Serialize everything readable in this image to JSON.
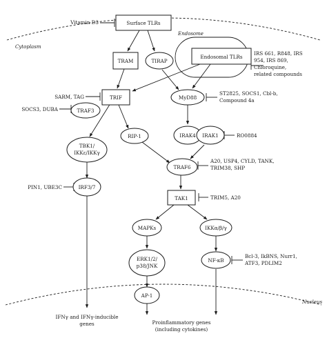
{
  "diagram": {
    "regions": {
      "cytoplasm": "Cytoplasm",
      "nucleus": "Nucleus",
      "endosome": "Endosome"
    },
    "nodes": {
      "surface_tlrs": "Surface TLRs",
      "endosomal_tlrs": "Endosomal TLRs",
      "tram": "TRAM",
      "tirap": "TIRAP",
      "trif": "TRIF",
      "myd88": "MyD88",
      "traf3": "TRAF3",
      "tbk1_l1": "TBK1/",
      "tbk1_l2": "IKKε/IKKγ",
      "rip1": "RIP-1",
      "irak4": "IRAK4",
      "irak1": "IRAK1",
      "traf6": "TRAF6",
      "irf37": "IRF3/7",
      "tak1": "TAK1",
      "mapks": "MAPKs",
      "ikk": "IKKα/β/γ",
      "erk_l1": "ERK1/2/",
      "erk_l2": "p38/JNK",
      "nfkb": "NF-κB",
      "ap1": "AP-1"
    },
    "inhibitors": {
      "vitamin_d3": "Vitamin D3",
      "irs_l1": "IRS 661, R848, IRS",
      "irs_l2": "954, IRS 869,",
      "irs_l3": "Chloroquine,",
      "irs_l4": "related compounds",
      "sarm": "SARM, TAG",
      "socs3": "SOCS3, DUBA",
      "st2825_l1": "ST2825, SOCS1, Cbl-b,",
      "st2825_l2": "Compound 4a",
      "ro0884": "RO0884",
      "a20_l1": "A20, USP4, CYLD, TANK,",
      "a20_l2": "TRIM38, SHP",
      "pin1": "PIN1, UBE3C",
      "trim5": "TRIM5, A20",
      "bcl3_l1": "Bcl-3, IkBNS, Nurr1,",
      "bcl3_l2": "ATF3, PDLIM2"
    },
    "outputs": {
      "ifn_l1": "IFNγ and IFNγ-inducible",
      "ifn_l2": "genes",
      "pro_l1": "Proinflammatory genes",
      "pro_l2": "(including cytokines)"
    }
  }
}
